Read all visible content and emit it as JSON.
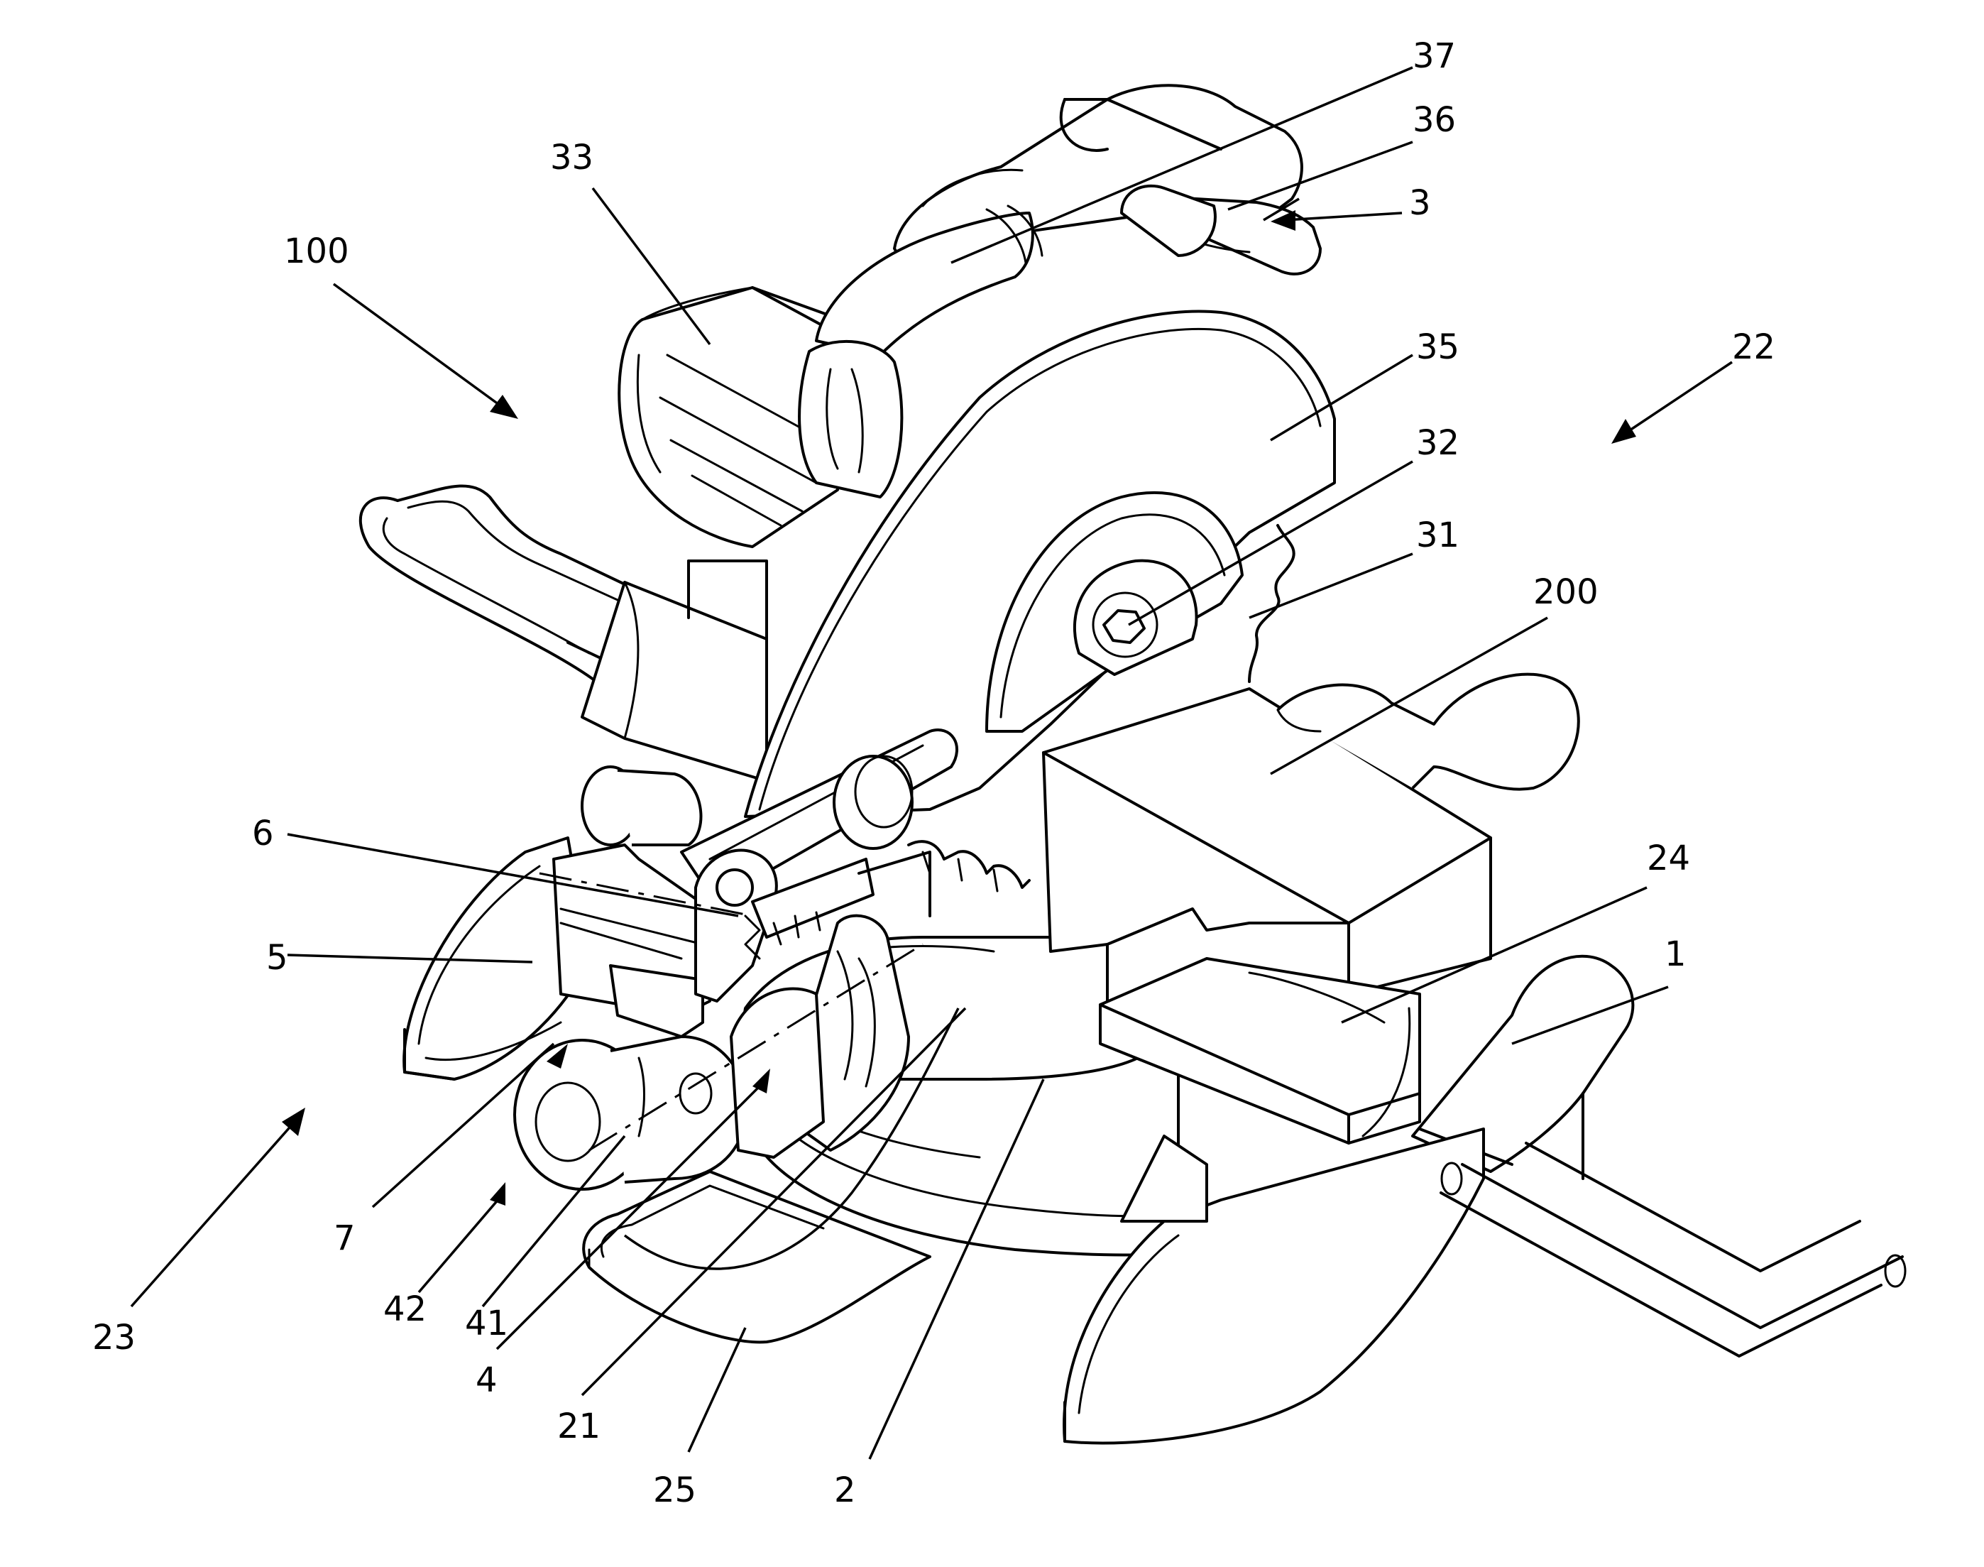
{
  "labels": {
    "l37": "37",
    "l36": "36",
    "l3": "3",
    "l33": "33",
    "l100": "100",
    "l22": "22",
    "l35": "35",
    "l32": "32",
    "l31": "31",
    "l200": "200",
    "l24": "24",
    "l6": "6",
    "l5": "5",
    "l1": "1",
    "l7": "7",
    "l23": "23",
    "l42": "42",
    "l41": "41",
    "l4": "4",
    "l21": "21",
    "l25": "25",
    "l2": "2"
  }
}
